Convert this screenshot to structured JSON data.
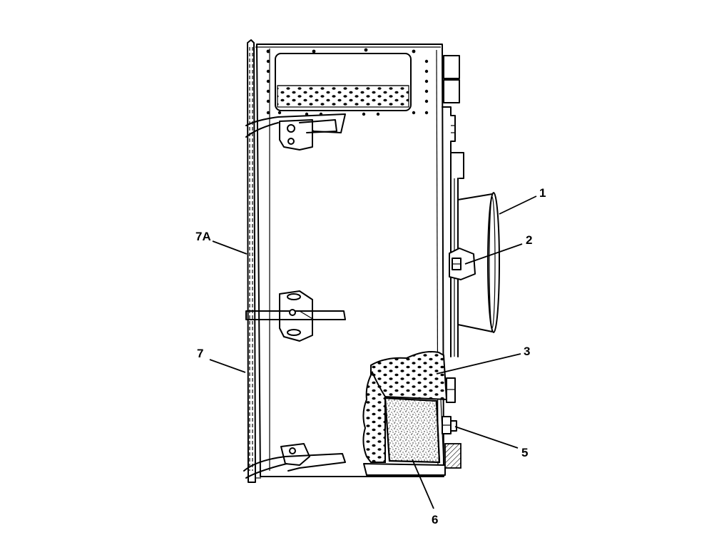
{
  "callouts": {
    "c1": "1",
    "c2": "2",
    "c3": "3",
    "c5": "5",
    "c6": "6",
    "c7": "7",
    "c7a": "7A"
  },
  "colors": {
    "line": "#000000",
    "background": "#ffffff"
  }
}
